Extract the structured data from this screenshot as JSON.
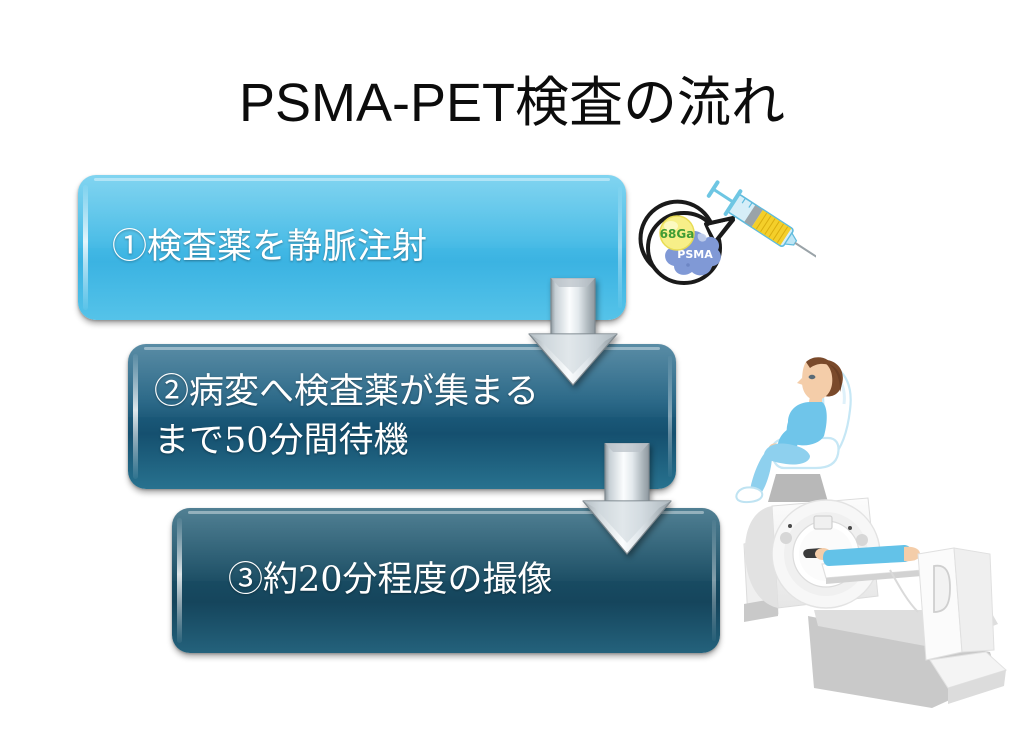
{
  "slide": {
    "title": "PSMA-PET検査の流れ",
    "background": "#ffffff"
  },
  "flow": {
    "steps": [
      {
        "id": "step-1",
        "number": "①",
        "text": "①検査薬を静脈注射",
        "color": "#46bbe6",
        "name": "step-box-injection"
      },
      {
        "id": "step-2",
        "number": "②",
        "text": "②病変へ検査薬が集まる\nまで50分間待機",
        "color": "#1e5f80",
        "name": "step-box-waiting"
      },
      {
        "id": "step-3",
        "number": "③",
        "text": "③約20分程度の撮像",
        "color": "#1a4f66",
        "name": "step-box-scanning"
      }
    ],
    "arrows": [
      {
        "id": "arrow-1",
        "from": "step-1",
        "to": "step-2",
        "color": "#c9d2d8"
      },
      {
        "id": "arrow-2",
        "from": "step-2",
        "to": "step-3",
        "color": "#c9d2d8"
      }
    ]
  },
  "illustrations": {
    "tracer": {
      "name": "syringe-tracer-illustration",
      "callout_labels": {
        "isotope": "68Ga",
        "ligand": "PSMA"
      },
      "colors": {
        "isotope_fill": "#f5e96b",
        "isotope_text": "#3f9c35",
        "ligand_fill": "#7a9ad8",
        "ligand_text": "#ffffff",
        "syringe_barrel": "#bfe6f5",
        "syringe_fluid": "#f4cf2a",
        "syringe_outline": "#3fa8cc"
      }
    },
    "patient_waiting": {
      "name": "seated-patient-illustration",
      "colors": {
        "hair": "#7a4a2b",
        "skin": "#f2c9a6",
        "clothing": "#6fc5ea",
        "chair": "#ffffff",
        "chair_outline": "#bfe3f2",
        "base": "#b8b8b8"
      }
    },
    "pet_scanner": {
      "name": "pet-ct-scanner-illustration",
      "colors": {
        "gantry": "#f3f3f3",
        "gantry_shade": "#d8d8d8",
        "bore": "#ffffff",
        "table": "#ffffff",
        "rail": "#b9b9b9",
        "patient_gown": "#6fc5ea",
        "patient_skin": "#f2c9a6",
        "patient_hair": "#3a3a3a"
      }
    }
  }
}
